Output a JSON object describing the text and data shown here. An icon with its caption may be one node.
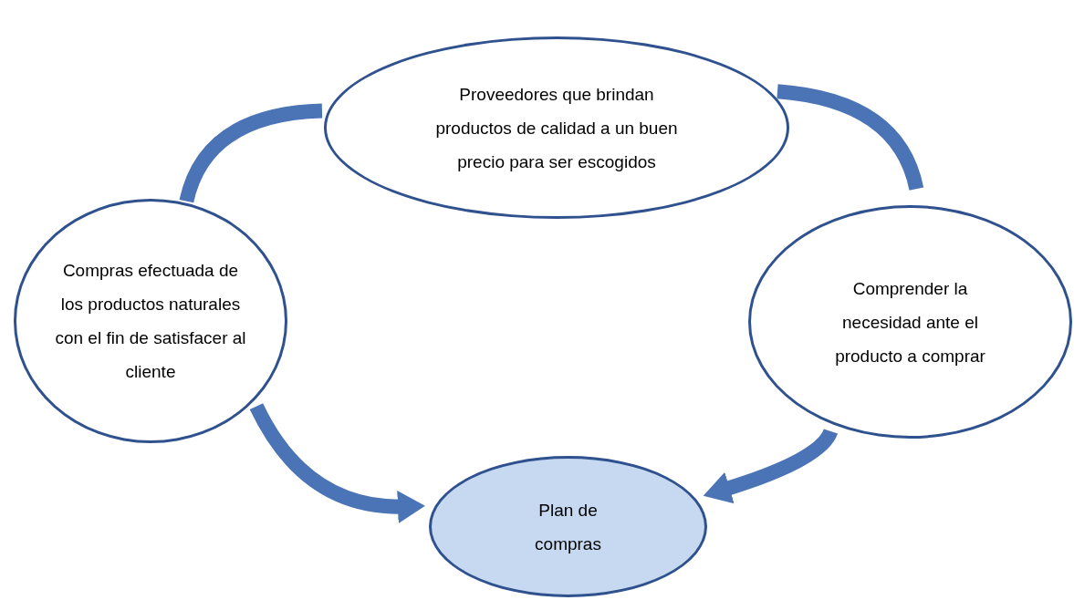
{
  "diagram": {
    "nodes": [
      {
        "text": [
          "Proveedores  que brindan productos  de calidad a un buen precio para ser escogidos"
        ]
      },
      {
        "text": [
          "Compras efectuada de los productos naturales con el fin de satisfacer al cliente"
        ]
      },
      {
        "text": [
          "Comprender la necesidad ante el producto a comprar"
        ]
      },
      {
        "text": [
          "Plan de compras"
        ]
      }
    ],
    "edges": [
      {
        "from": 1,
        "to": 0,
        "arrow": "none"
      },
      {
        "from": 0,
        "to": 2,
        "arrow": "none"
      },
      {
        "from": 1,
        "to": 3,
        "arrow": "to"
      },
      {
        "from": 2,
        "to": 3,
        "arrow": "to"
      }
    ]
  }
}
